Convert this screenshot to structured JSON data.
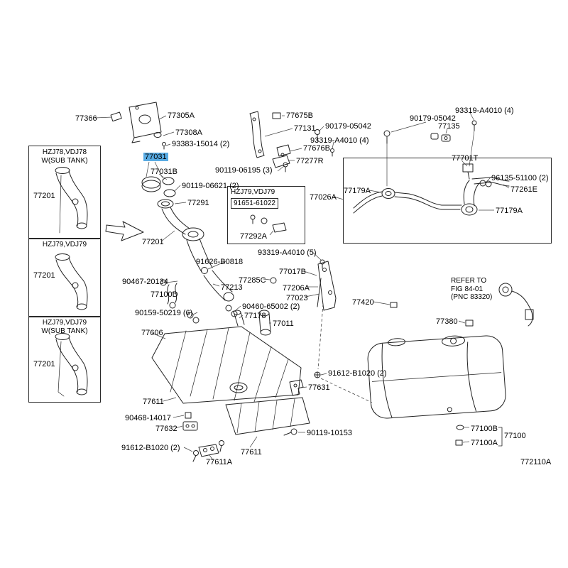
{
  "diagram_code": "772110A",
  "highlight": {
    "text": "77031",
    "color": "#58abe3"
  },
  "refer_note": {
    "line1": "REFER TO",
    "line2": "FIG 84-01",
    "line3": "(PNC 83320)"
  },
  "variant_boxes": [
    {
      "line1": "HZJ78,VDJ78",
      "line2": "W(SUB TANK)",
      "part": "77201"
    },
    {
      "line1": "HZJ79,VDJ79",
      "line2": "",
      "part": "77201"
    },
    {
      "line1": "HZJ79,VDJ79",
      "line2": "W(SUB TANK)",
      "part": "77201"
    }
  ],
  "inset_box": {
    "header": "HZJ79,VDJ79",
    "boxed_part": "91651-61022",
    "part": "77292A"
  },
  "labels": [
    {
      "text": "77366"
    },
    {
      "text": "77305A"
    },
    {
      "text": "77308A"
    },
    {
      "text": "93383-15014 (2)"
    },
    {
      "text": "77031B"
    },
    {
      "text": "90119-06621 (2)"
    },
    {
      "text": "77291"
    },
    {
      "text": "77675B"
    },
    {
      "text": "77131"
    },
    {
      "text": "90179-05042"
    },
    {
      "text": "93319-A4010 (4)"
    },
    {
      "text": "77676B"
    },
    {
      "text": "77277R"
    },
    {
      "text": "90119-06195 (3)"
    },
    {
      "text": "90179-05042"
    },
    {
      "text": "93319-A4010 (4)"
    },
    {
      "text": "77135"
    },
    {
      "text": "77701T"
    },
    {
      "text": "96135-51100 (2)"
    },
    {
      "text": "77261E"
    },
    {
      "text": "77179A"
    },
    {
      "text": "77179A"
    },
    {
      "text": "77026A"
    },
    {
      "text": "93319-A4010 (5)"
    },
    {
      "text": "77201"
    },
    {
      "text": "91626-B0818"
    },
    {
      "text": "90467-20134"
    },
    {
      "text": "77100D"
    },
    {
      "text": "77213"
    },
    {
      "text": "77285C"
    },
    {
      "text": "77017B"
    },
    {
      "text": "77206A"
    },
    {
      "text": "77023"
    },
    {
      "text": "77420"
    },
    {
      "text": "90159-50219 (6)"
    },
    {
      "text": "90460-65002 (2)"
    },
    {
      "text": "77178"
    },
    {
      "text": "77011"
    },
    {
      "text": "77606"
    },
    {
      "text": "77380"
    },
    {
      "text": "91612-B1020 (2)"
    },
    {
      "text": "77631"
    },
    {
      "text": "77611"
    },
    {
      "text": "90468-14017"
    },
    {
      "text": "77632"
    },
    {
      "text": "91612-B1020 (2)"
    },
    {
      "text": "77611A"
    },
    {
      "text": "77611"
    },
    {
      "text": "90119-10153"
    },
    {
      "text": "77100B"
    },
    {
      "text": "77100"
    },
    {
      "text": "77100A"
    }
  ]
}
